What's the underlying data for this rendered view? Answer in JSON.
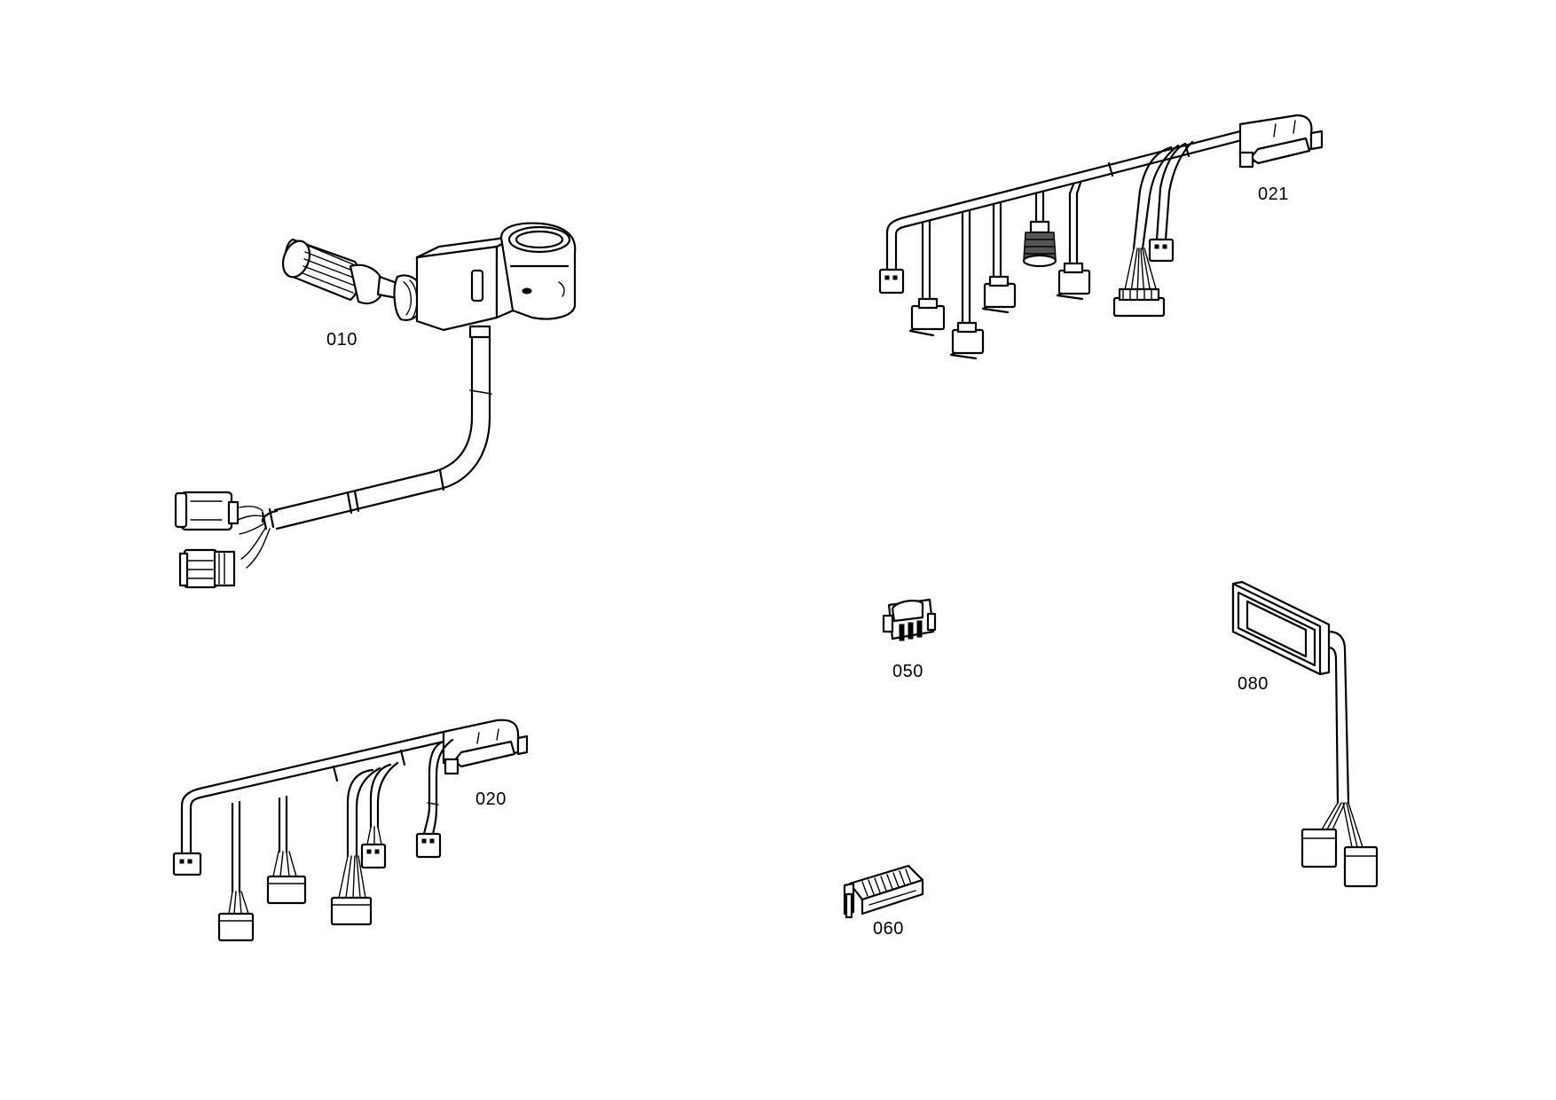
{
  "parts": [
    {
      "id": "part-010",
      "label": "010"
    },
    {
      "id": "part-020",
      "label": "020"
    },
    {
      "id": "part-021",
      "label": "021"
    },
    {
      "id": "part-050",
      "label": "050"
    },
    {
      "id": "part-060",
      "label": "060"
    },
    {
      "id": "part-080",
      "label": "080"
    }
  ],
  "colors": {
    "line": "#000000",
    "background": "#ffffff"
  }
}
